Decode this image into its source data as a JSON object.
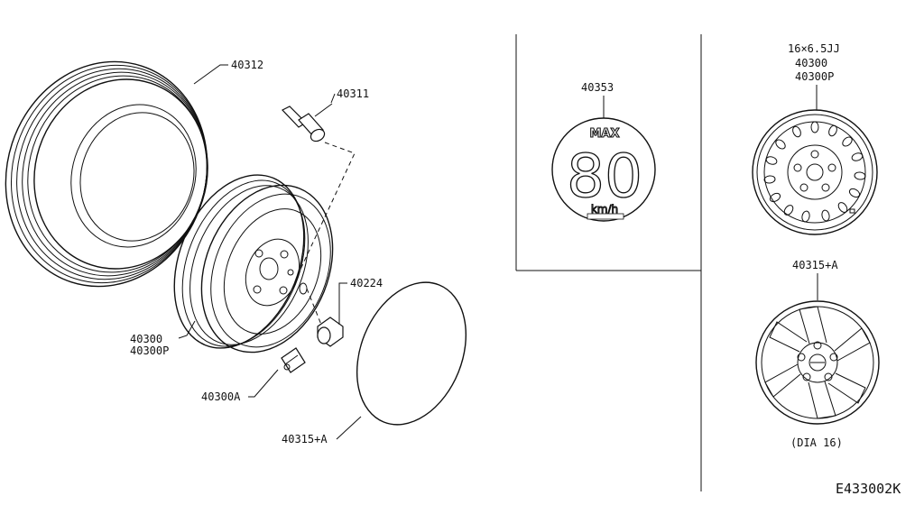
{
  "parts": {
    "tire": "40312",
    "valve": "40311",
    "wheel_main": "40300",
    "wheel_alt": "40300P",
    "balance_weight": "40300A",
    "nut": "40224",
    "cap_left": "40315+A",
    "speed_label": "40353",
    "wheel_size": "16×6.5JJ",
    "wheel_main_r": "40300",
    "wheel_alt_r": "40300P",
    "cover_r": "40315+A",
    "cover_dia": "(DIA 16)"
  },
  "speed_sticker": {
    "max": "MAX",
    "speed": "80",
    "unit": "km/h"
  },
  "diagram_code": "E433002K"
}
